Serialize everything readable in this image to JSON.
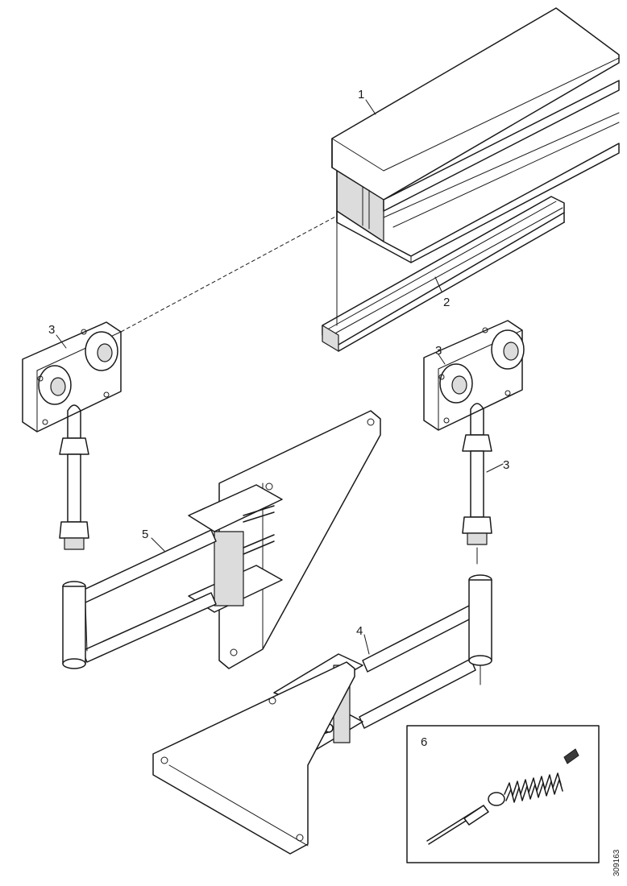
{
  "callouts": {
    "c1": "1",
    "c2": "2",
    "c3_left": "3",
    "c3_right_top": "3",
    "c3_right": "3",
    "c4": "4",
    "c5": "5",
    "c6": "6"
  },
  "document_number": "309163",
  "colors": {
    "line": "#1a1a1a",
    "shade": "#dcdcdc",
    "background": "#ffffff"
  }
}
